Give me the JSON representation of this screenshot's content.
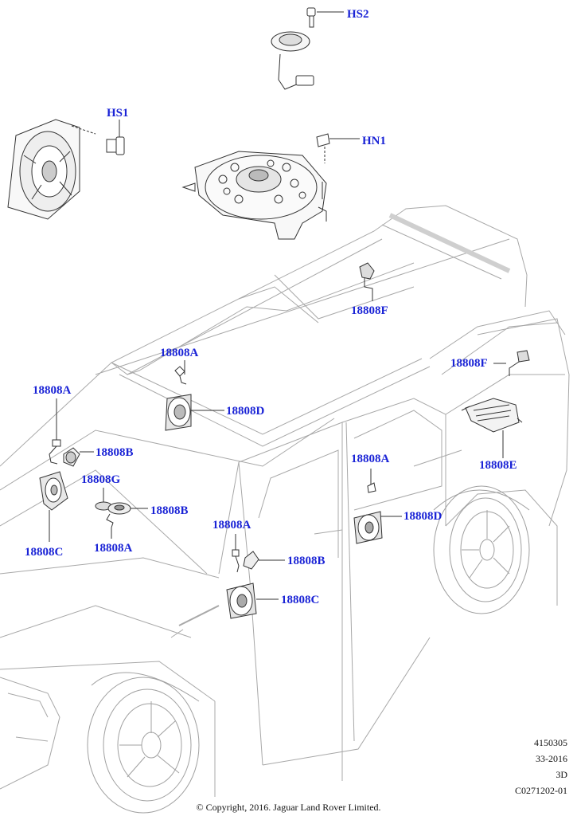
{
  "callouts": {
    "hs2": "HS2",
    "hs1": "HS1",
    "hn1": "HN1",
    "f_roof": "18808F",
    "f_rear": "18808F",
    "a_dash": "18808A",
    "d_dash": "18808D",
    "a_left": "18808A",
    "b_left": "18808B",
    "g_left": "18808G",
    "b_mid": "18808B",
    "c_left": "18808C",
    "a_mid": "18808A",
    "a_door": "18808A",
    "b_door": "18808B",
    "c_door": "18808C",
    "a_rdoor": "18808A",
    "d_rdoor": "18808D",
    "e_rear": "18808E"
  },
  "meta": {
    "line1": "4150305",
    "line2": "33-2016",
    "line3": "3D",
    "line4": "C0271202-01"
  },
  "copyright": "© Copyright, 2016. Jaguar Land Rover Limited.",
  "colors": {
    "callout": "#1a23d6",
    "linework": "#9a9a9a",
    "parts": "#333333"
  }
}
